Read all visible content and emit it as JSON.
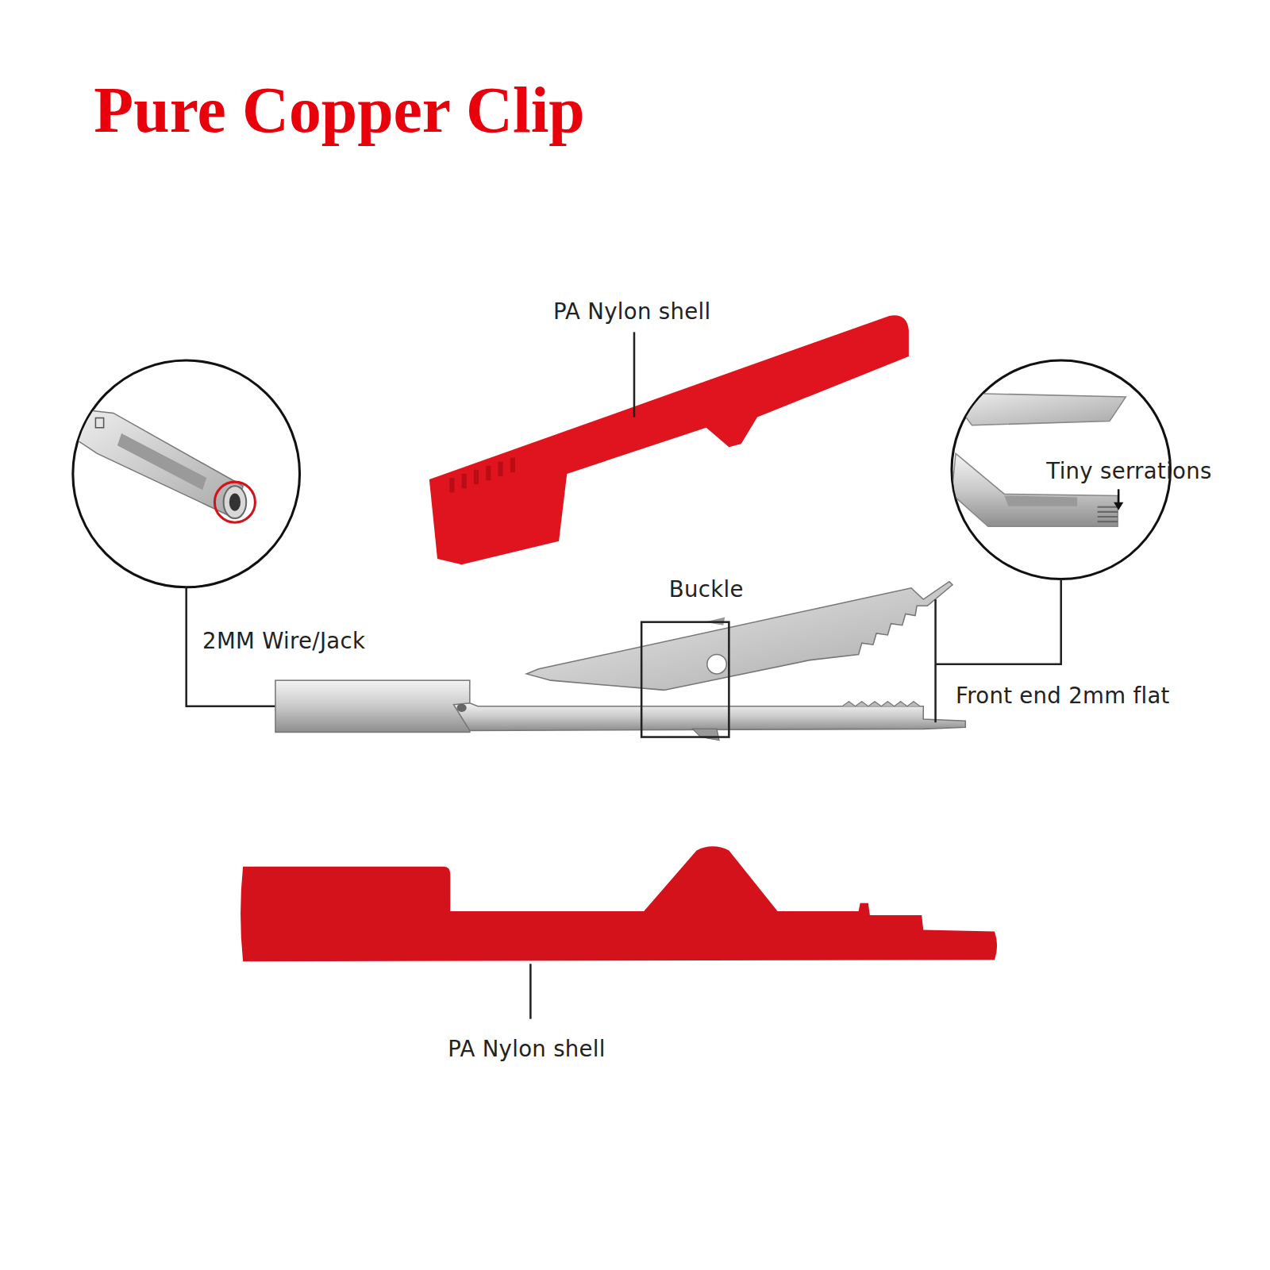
{
  "diagram": {
    "title": "Pure Copper Clip",
    "labels": [
      "PA Nylon shell",
      "2MM Wire/Jack",
      "Buckle",
      "Tiny serrations",
      "Front end 2mm flat",
      "PA Nylon shell"
    ]
  }
}
